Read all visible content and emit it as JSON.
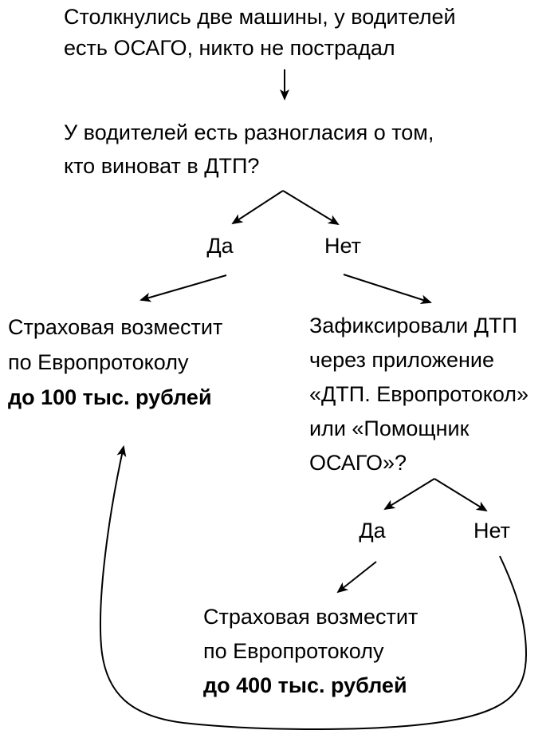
{
  "colors": {
    "background": "#ffffff",
    "text": "#000000",
    "line": "#000000"
  },
  "flowchart": {
    "start": {
      "line1": "Столкнулись две машины, у водителей",
      "line2": "есть ОСАГО, никто не пострадал"
    },
    "question_fault": {
      "line1": "У водителей есть разногласия о том,",
      "line2": "кто виноват в ДТП?"
    },
    "branch_fault": {
      "yes": "Да",
      "no": "Нет"
    },
    "outcome_100k": {
      "line1": "Страховая возместит",
      "line2": "по Европротоколу",
      "line3": "до 100 тыс. рублей"
    },
    "question_app": {
      "line1": "Зафиксировали ДТП",
      "line2": "через приложение",
      "line3": "«ДТП. Европротокол»",
      "line4": "или «Помощник",
      "line5": "ОСАГО»?"
    },
    "branch_app": {
      "yes": "Да",
      "no": "Нет"
    },
    "outcome_400k": {
      "line1": "Страховая возместит",
      "line2": "по Европротоколу",
      "line3": "до 400 тыс. рублей"
    }
  }
}
